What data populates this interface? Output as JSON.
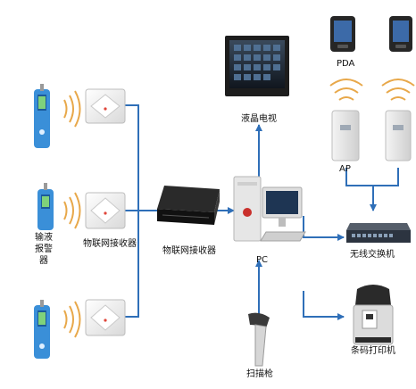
{
  "labels": {
    "infusion_alarm": "输液报警器",
    "iot_receiver_small": "物联网接收器",
    "iot_receiver_main": "物联网接收器",
    "lcd_tv": "液晶电视",
    "pda": "PDA",
    "ap": "AP",
    "pc": "PC",
    "wireless_switch": "无线交换机",
    "barcode_printer": "条码打印机",
    "scanner": "扫描枪"
  },
  "colors": {
    "link_line": "#2f6fb8",
    "wifi_wave": "#e8a84a",
    "device_body": "#e9e9e9",
    "device_blue": "#3a8fd8",
    "dark": "#262626"
  },
  "nodes": [
    {
      "id": "infusion-alarm-1",
      "icon": "infusion-alarm-icon"
    },
    {
      "id": "infusion-alarm-2",
      "icon": "infusion-alarm-icon"
    },
    {
      "id": "infusion-alarm-3",
      "icon": "infusion-alarm-icon"
    },
    {
      "id": "iot-receiver-1",
      "icon": "ceiling-receiver-icon"
    },
    {
      "id": "iot-receiver-2",
      "icon": "ceiling-receiver-icon"
    },
    {
      "id": "iot-receiver-3",
      "icon": "ceiling-receiver-icon"
    },
    {
      "id": "iot-gateway",
      "icon": "rack-receiver-icon"
    },
    {
      "id": "lcd-tv",
      "icon": "monitor-icon"
    },
    {
      "id": "pc",
      "icon": "desktop-pc-icon"
    },
    {
      "id": "pda-1",
      "icon": "pda-icon"
    },
    {
      "id": "pda-2",
      "icon": "pda-icon"
    },
    {
      "id": "ap-1",
      "icon": "access-point-icon"
    },
    {
      "id": "ap-2",
      "icon": "access-point-icon"
    },
    {
      "id": "wireless-switch",
      "icon": "network-switch-icon"
    },
    {
      "id": "barcode-printer",
      "icon": "printer-icon"
    },
    {
      "id": "barcode-scanner",
      "icon": "scanner-icon"
    }
  ]
}
